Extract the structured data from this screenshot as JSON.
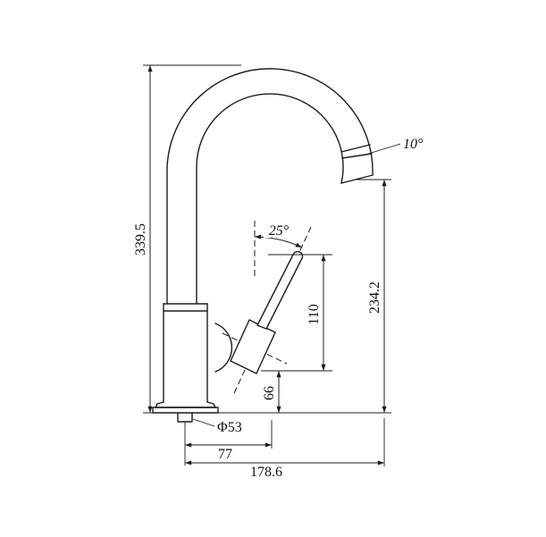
{
  "drawing": {
    "colors": {
      "line": "#1c1c1c",
      "background": "#ffffff"
    },
    "dimensions": {
      "overall_height": "339.5",
      "outlet_height": "234.2",
      "handle_span": "110",
      "handle_lower_height": "66",
      "handle_angle": "25°",
      "outlet_angle": "10°",
      "base_diameter": "Φ53",
      "base_offset": "77",
      "spout_reach": "178.6"
    }
  }
}
